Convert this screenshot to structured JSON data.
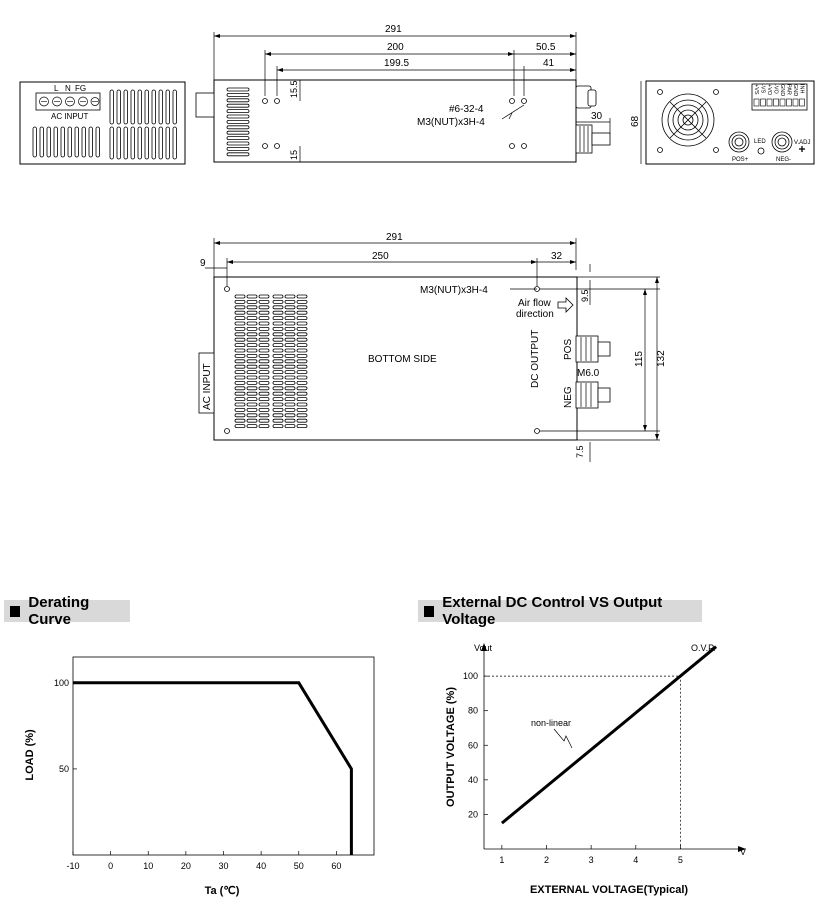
{
  "drawing": {
    "front": {
      "terminal_labels": [
        "L",
        "N",
        "FG"
      ],
      "ac_input_label": "AC INPUT"
    },
    "side": {
      "dims": {
        "overall": "291",
        "d200": "200",
        "d50_5": "50.5",
        "d199_5": "199.5",
        "d41": "41",
        "d15_5": "15.5",
        "d15": "15",
        "d30": "30"
      },
      "callouts": [
        "#6-32-4",
        "M3(NUT)x3H-4"
      ]
    },
    "rear": {
      "dim_height": "68",
      "terminal_pins": [
        "+VS",
        "-VS",
        "+VO",
        "-VO",
        "GND",
        "PAR",
        "GND",
        "INH"
      ],
      "led_label": "LED",
      "vadj_label": "V.ADJ",
      "pos_label": "POS+",
      "neg_label": "NEG-"
    },
    "bottom": {
      "dims": {
        "overall": "291",
        "d9": "9",
        "d250": "250",
        "d32": "32",
        "d9_5": "9.5",
        "d115": "115",
        "d132": "132",
        "d7_5": "7.5"
      },
      "callout": "M3(NUT)x3H-4",
      "airflow_line1": "Air flow",
      "airflow_line2": "direction",
      "center_label": "BOTTOM SIDE",
      "ac_input_label": "AC INPUT",
      "dc_output_label": "DC OUTPUT",
      "pos_label": "POS",
      "neg_label": "NEG",
      "m6_label": "M6.0"
    }
  },
  "chart_data": [
    {
      "type": "line",
      "title": "Derating Curve",
      "xlabel": "Ta (℃)",
      "ylabel": "LOAD (%)",
      "x_ticks": [
        "-10",
        "0",
        "10",
        "20",
        "30",
        "40",
        "50",
        "60"
      ],
      "y_ticks": [
        "50",
        "100"
      ],
      "xlim": [
        -10,
        70
      ],
      "ylim": [
        0,
        115
      ],
      "series": [
        {
          "x": [
            -10,
            50,
            64,
            64
          ],
          "y": [
            100,
            100,
            50,
            0
          ]
        }
      ]
    },
    {
      "type": "line",
      "title": "External DC Control VS Output Voltage",
      "xlabel": "EXTERNAL VOLTAGE(Typical)",
      "ylabel": "OUTPUT VOLTAGE (%)",
      "x_axis_unit": "V",
      "y_axis_unit": "Vout",
      "x_ticks": [
        "1",
        "2",
        "3",
        "4",
        "5"
      ],
      "y_ticks": [
        "20",
        "40",
        "60",
        "80",
        "100"
      ],
      "xlim": [
        0.6,
        6.2
      ],
      "ylim": [
        0,
        118
      ],
      "series": [
        {
          "x": [
            1,
            5.8
          ],
          "y": [
            15,
            117
          ]
        }
      ],
      "annotations": [
        "O.V.P.",
        "non-linear"
      ]
    }
  ]
}
